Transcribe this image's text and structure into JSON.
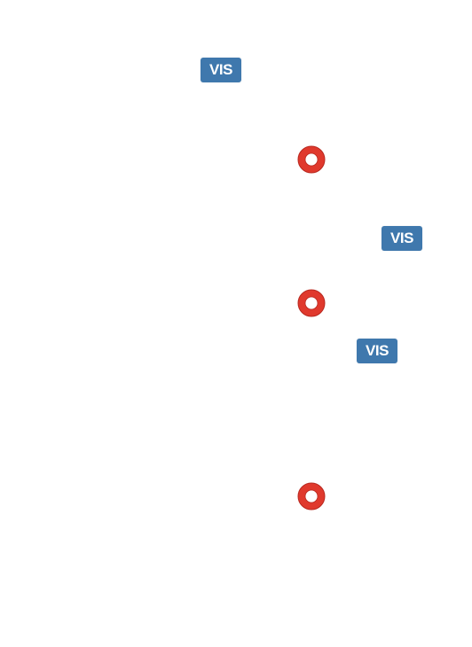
{
  "colors": {
    "background": "#ffffff",
    "badge_fill": "#3f78ad",
    "badge_text": "#ffffff",
    "ring_stroke": "#e0392d",
    "ring_edge": "#b8281f",
    "ring_center": "#ffffff"
  },
  "badges": [
    {
      "label": "VIS",
      "icon": "vis-badge-icon"
    },
    {
      "label": "VIS",
      "icon": "vis-badge-icon"
    },
    {
      "label": "VIS",
      "icon": "vis-badge-icon"
    }
  ],
  "markers": [
    {
      "icon": "ring-marker-icon"
    },
    {
      "icon": "ring-marker-icon"
    },
    {
      "icon": "ring-marker-icon"
    }
  ]
}
